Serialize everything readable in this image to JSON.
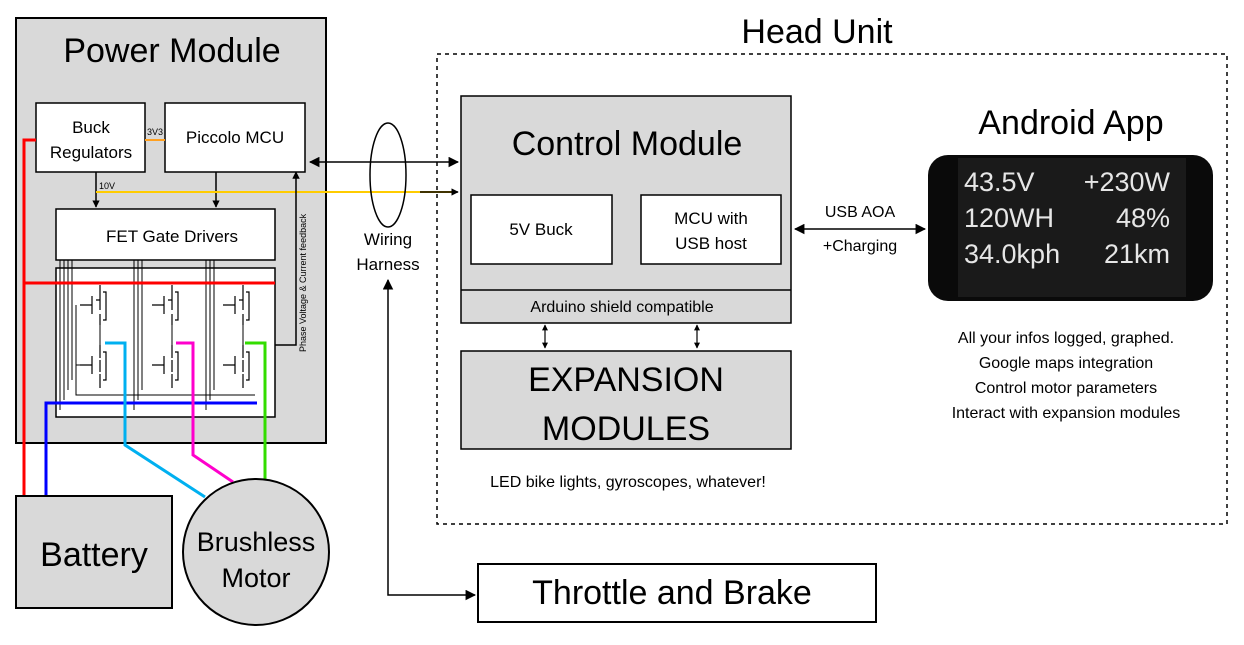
{
  "power_module": {
    "title": "Power Module",
    "buck_regulators": [
      "Buck",
      "Regulators"
    ],
    "piccolo_mcu": "Piccolo MCU",
    "fet_gate_drivers": "FET Gate Drivers",
    "label_3v3": "3V3",
    "label_10v": "10V",
    "feedback_label": "Phase Voltage & Current feedback"
  },
  "wiring_harness": [
    "Wiring",
    "Harness"
  ],
  "head_unit": {
    "title": "Head Unit",
    "control_module": {
      "title": "Control Module",
      "buck_5v": "5V Buck",
      "mcu_usb": [
        "MCU with",
        "USB host"
      ],
      "arduino": "Arduino shield compatible"
    },
    "expansion": {
      "title": [
        "EXPANSION",
        "MODULES"
      ],
      "caption": "LED bike lights, gyroscopes, whatever!"
    },
    "usb_link": [
      "USB AOA",
      "+Charging"
    ],
    "android_app": {
      "title": "Android App",
      "display": [
        [
          "43.5V",
          "+230W"
        ],
        [
          "120WH",
          "48%"
        ],
        [
          "34.0kph",
          "21km"
        ]
      ],
      "features": [
        "All your infos logged, graphed.",
        "Google maps integration",
        "Control motor parameters",
        "Interact with expansion modules"
      ]
    }
  },
  "battery": "Battery",
  "motor": [
    "Brushless",
    "Motor"
  ],
  "throttle": "Throttle and Brake",
  "colors": {
    "red_wire": "#ff0000",
    "blue_wire": "#0000ff",
    "cyan_wire": "#00b0f0",
    "magenta_wire": "#ff00cc",
    "green_wire": "#33dd00",
    "orange_wire": "#ffa020",
    "yellow_wire": "#ffcc00",
    "box_fill": "#d9d9d9",
    "lcd_bg": "#0a0a0a"
  }
}
